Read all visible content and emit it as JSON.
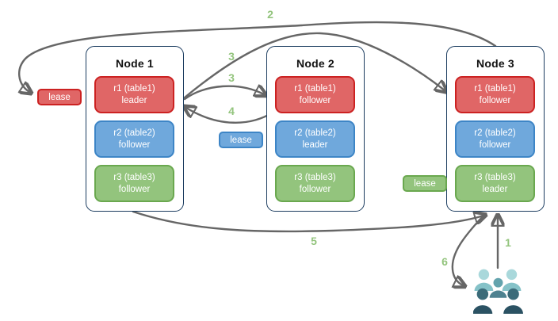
{
  "nodes": [
    {
      "title": "Node 1",
      "replicas": [
        {
          "range": "r1 (table1)",
          "role": "leader",
          "color": "#e06666"
        },
        {
          "range": "r2 (table2)",
          "role": "follower",
          "color": "#6fa8dc"
        },
        {
          "range": "r3 (table3)",
          "role": "follower",
          "color": "#93c47d"
        }
      ]
    },
    {
      "title": "Node 2",
      "replicas": [
        {
          "range": "r1 (table1)",
          "role": "follower",
          "color": "#e06666"
        },
        {
          "range": "r2 (table2)",
          "role": "leader",
          "color": "#6fa8dc"
        },
        {
          "range": "r3 (table3)",
          "role": "follower",
          "color": "#93c47d"
        }
      ]
    },
    {
      "title": "Node 3",
      "replicas": [
        {
          "range": "r1 (table1)",
          "role": "follower",
          "color": "#e06666"
        },
        {
          "range": "r2 (table2)",
          "role": "follower",
          "color": "#6fa8dc"
        },
        {
          "range": "r3 (table3)",
          "role": "leader",
          "color": "#93c47d"
        }
      ]
    }
  ],
  "leases": [
    {
      "label": "lease",
      "color": "#e06666"
    },
    {
      "label": "lease",
      "color": "#6fa8dc"
    },
    {
      "label": "lease",
      "color": "#93c47d"
    }
  ],
  "steps": {
    "s1": "1",
    "s2": "2",
    "s3a": "3",
    "s3b": "3",
    "s4": "4",
    "s5": "5",
    "s6": "6"
  },
  "icons": {
    "users": "users-icon"
  },
  "palette": {
    "arrow": "#666666",
    "step_label": "#93c47d",
    "node_border": "#1b3c5f",
    "red_fill": "#e06666",
    "red_border": "#cc2222",
    "blue_fill": "#6fa8dc",
    "blue_border": "#3d85c6",
    "green_fill": "#93c47d",
    "green_border": "#6aa84f",
    "person_top_head": "#a9d8db",
    "person_top_body": "#85c2c8",
    "person_mid_head": "#63a3ad",
    "person_mid_body": "#4e8290",
    "person_bottom_head": "#3b6b79",
    "person_bottom_body": "#2b5263"
  }
}
